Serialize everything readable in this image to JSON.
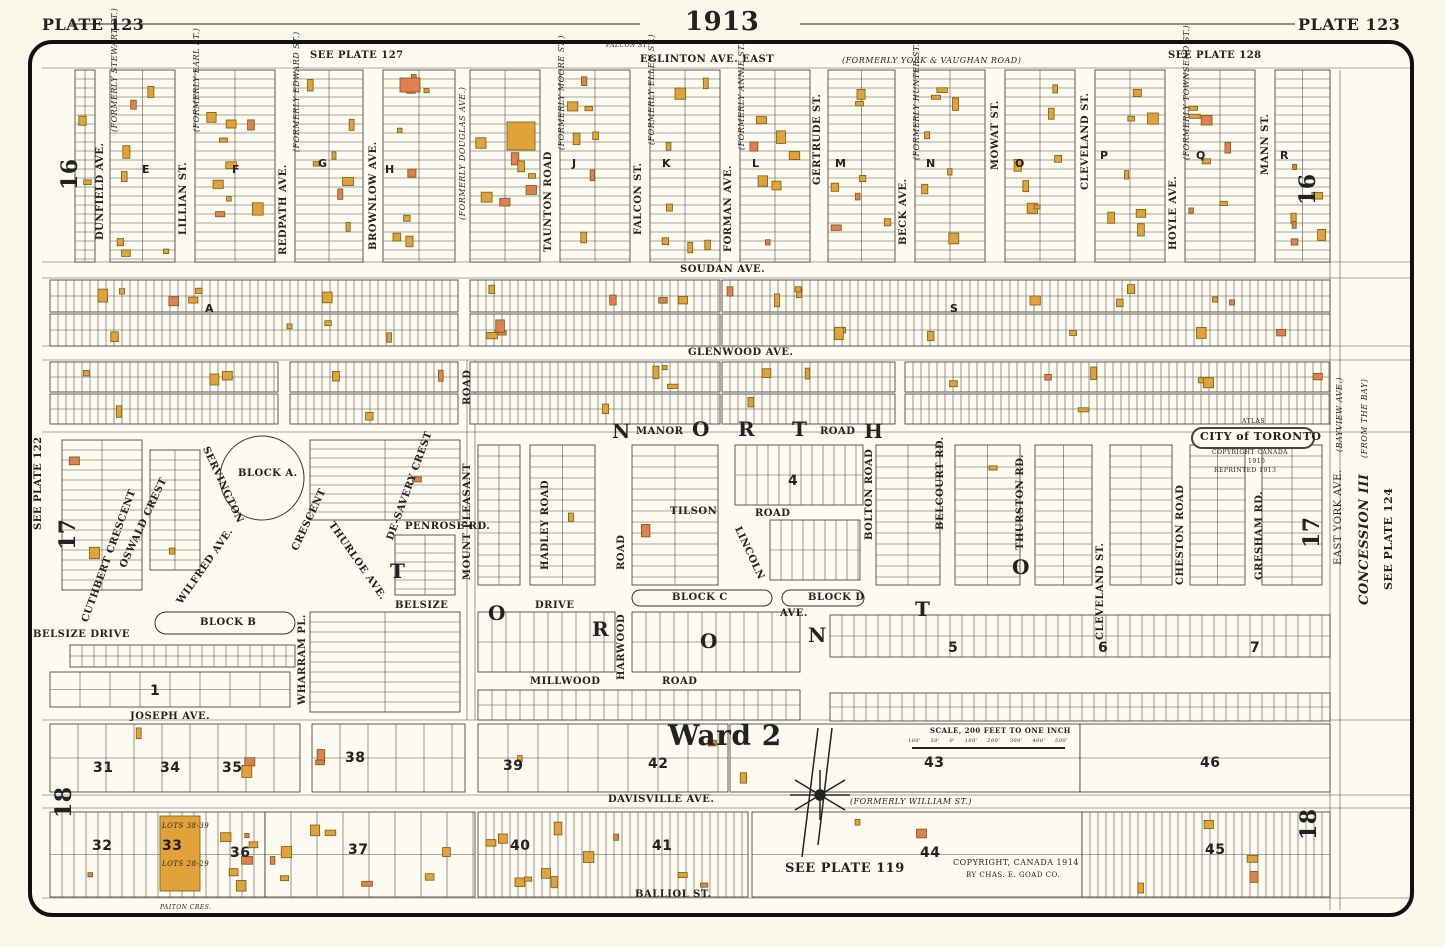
{
  "header": {
    "plate_left": "PLATE 123",
    "plate_right": "PLATE 123",
    "year": "1913"
  },
  "cross_refs": {
    "top_left": "SEE PLATE 127",
    "top_right": "SEE PLATE 128",
    "left": "SEE PLATE 122",
    "right": "SEE PLATE 124",
    "bottom": "SEE PLATE 119"
  },
  "streets_horizontal": {
    "eglinton": "EGLINTON AVE. EAST",
    "eglinton_former": "(FORMERLY YORK & VAUGHAN ROAD)",
    "falcon_top": "FALCON ST",
    "soudan": "SOUDAN AVE.",
    "glenwood": "GLENWOOD AVE.",
    "manor": "MANOR",
    "manor_road": "ROAD",
    "tilson": "TILSON",
    "tilson_road": "ROAD",
    "penrose": "PENROSE RD.",
    "belsize": "BELSIZE",
    "belsize_drive_left": "BELSIZE DRIVE",
    "drive": "DRIVE",
    "millwood": "MILLWOOD",
    "millwood_road": "ROAD",
    "joseph": "JOSEPH AVE.",
    "davisville": "DAVISVILLE AVE.",
    "davisville_former": "(FORMERLY WILLIAM ST.)",
    "balliol": "BALLIOL ST.",
    "paiton": "PAITON CRES."
  },
  "streets_vertical": {
    "dunfield": "DUNFIELD AVE.",
    "dunfield_former": "(FORMERLY STEWART ST.)",
    "lillian": "LILLIAN ST.",
    "lillian_former": "(FORMERLY EARL ST.)",
    "redpath": "REDPATH AVE.",
    "redpath_former": "(FORMERLY EDWARD ST.)",
    "brownlow": "BROWNLOW AVE.",
    "douglas_former": "(FORMERLY DOUGLAS AVE.)",
    "taunton": "TAUNTON ROAD",
    "taunton_former": "(FORMERLY MOORE ST.)",
    "falcon": "FALCON ST.",
    "falcon_former": "(FORMERLY ELLEN ST.)",
    "forman": "FORMAN AVE.",
    "forman_former": "(FORMERLY ANNIE ST.)",
    "gertrude": "GERTRUDE ST.",
    "beck": "BECK AVE.",
    "beck_former": "(FORMERLY HUNTER ST.)",
    "mowat": "MOWAT ST.",
    "cleveland_top": "CLEVELAND ST.",
    "hoyle": "HOYLE AVE.",
    "hoyle_former": "(FORMERLY TOWNSEND ST.)",
    "mann": "MANN ST.",
    "mount_pleasant": "MOUNT PLEASANT",
    "mount_pleasant_road": "ROAD",
    "hadley": "HADLEY ROAD",
    "harwood": "HARWOOD",
    "harwood_road": "ROAD",
    "bolton": "BOLTON ROAD",
    "belcourt": "BELCOURT RD.",
    "thurston": "THURSTON RD.",
    "cleveland": "CLEVELAND ST.",
    "cheston": "CHESTON ROAD",
    "gresham": "GRESHAM RD.",
    "east_york": "EAST YORK AVE.",
    "east_york_former": "(BAYVIEW AVE.)",
    "concession": "CONCESSION III",
    "concession_note": "(FROM THE BAY)",
    "cuthbert": "CUTHBERT CRESCENT",
    "oswald": "OSWALD CREST",
    "servington": "SERVINGTON",
    "crescent": "CRESCENT",
    "thurloe": "THURLOE AVE.",
    "desavery": "DE-SAVERY CREST",
    "wilfred": "WILFRED AVE.",
    "wharram": "WHARRAM PL.",
    "lincoln": "LINCOLN",
    "lincoln_ave": "AVE."
  },
  "block_labels": {
    "block_a": "BLOCK A.",
    "block_b": "BLOCK B",
    "block_c": "BLOCK C",
    "block_d": "BLOCK D"
  },
  "section_letters": [
    "E",
    "F",
    "G",
    "H",
    "J",
    "K",
    "L",
    "M",
    "N",
    "O",
    "P",
    "Q",
    "R",
    "A",
    "S"
  ],
  "north_toronto": {
    "n": "N",
    "o": "O",
    "r": "R",
    "t": "T",
    "h": "H",
    "t2": "T",
    "o2": "O",
    "r2": "R",
    "o3": "O",
    "n2": "N",
    "t3": "T",
    "o4": "O"
  },
  "ward": "Ward 2",
  "sheet_numbers": {
    "left_16": "16",
    "right_16": "16",
    "left_17": "17",
    "right_17": "17",
    "left_18": "18",
    "right_18": "18"
  },
  "block_numbers": [
    "31",
    "34",
    "35",
    "38",
    "39",
    "42",
    "43",
    "46",
    "32",
    "33",
    "36",
    "37",
    "40",
    "41",
    "44",
    "45",
    "1",
    "4",
    "5",
    "6",
    "7"
  ],
  "lots_note": [
    "LOTS 38-39",
    "LOTS 28-29"
  ],
  "scale": {
    "title": "SCALE, 200 FEET TO ONE INCH",
    "ticks": [
      "100'",
      "50'",
      "0'",
      "100'",
      "200'",
      "300'",
      "400'",
      "500'"
    ]
  },
  "copyright": {
    "line1": "COPYRIGHT, CANADA 1914",
    "line2": "BY CHAS. E. GOAD CO."
  },
  "atlas_cartouche": {
    "atlas": "ATLAS",
    "title": "CITY of TORONTO",
    "copyright": "COPYRIGHT CANADA",
    "year": "1910",
    "reprinted": "REPRINTED 1913"
  },
  "colors": {
    "paper": "#fbf8ea",
    "ink": "#1a1a1a",
    "brick": "#e2a23a",
    "stone": "#e07f4f",
    "frame": "#111111"
  }
}
